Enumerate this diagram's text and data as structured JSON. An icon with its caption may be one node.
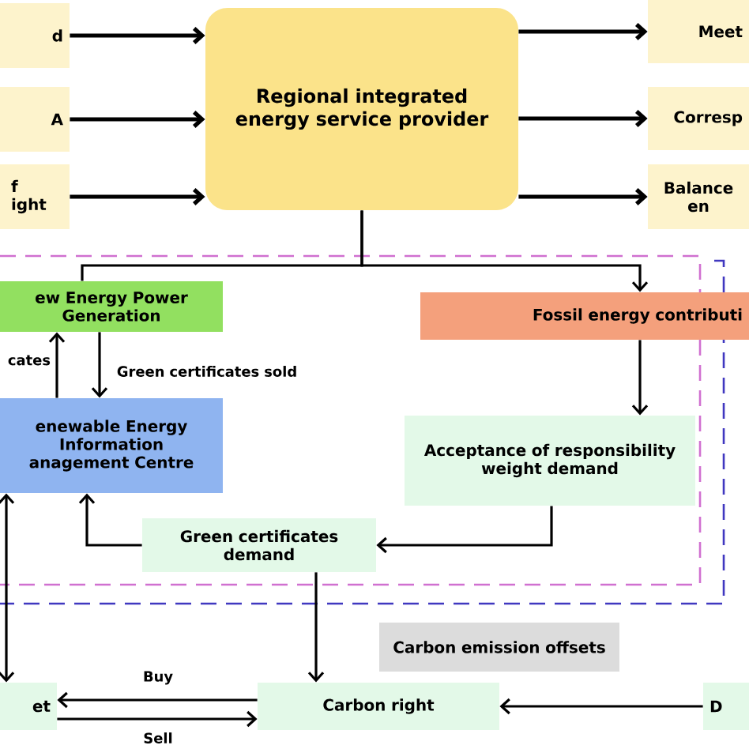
{
  "diagram": {
    "nodes": [
      {
        "text": [
          "d"
        ]
      },
      {
        "text": [
          "A"
        ]
      },
      {
        "text": [
          "f ight"
        ]
      },
      {
        "text": [
          "Regional integrated energy service provider"
        ]
      },
      {
        "text": [
          "Meet"
        ]
      },
      {
        "text": [
          "Corresp"
        ]
      },
      {
        "text": [
          "Balance en"
        ]
      },
      {
        "text": [
          "ew Energy Power Generation"
        ]
      },
      {
        "text": [
          "enewable Energy Information anagement Centre"
        ]
      },
      {
        "text": [
          "Fossil energy contributi"
        ]
      },
      {
        "text": [
          "Acceptance of responsibility weight demand"
        ]
      },
      {
        "text": [
          "Green certificates demand"
        ]
      },
      {
        "text": [
          "et"
        ]
      },
      {
        "text": [
          "Carbon right"
        ]
      },
      {
        "text": [
          "D"
        ]
      },
      {
        "text": [
          "Carbon emission offsets"
        ]
      }
    ],
    "edges": [
      {
        "from": 0,
        "to": 3,
        "arrow": "to"
      },
      {
        "from": 1,
        "to": 3,
        "arrow": "to"
      },
      {
        "from": 2,
        "to": 3,
        "arrow": "to"
      },
      {
        "from": 3,
        "to": 4,
        "arrow": "to"
      },
      {
        "from": 3,
        "to": 5,
        "arrow": "to"
      },
      {
        "from": 3,
        "to": 6,
        "arrow": "to"
      },
      {
        "from": 3,
        "to": 7,
        "arrow": "none"
      },
      {
        "from": 3,
        "to": 9,
        "arrow": "to"
      },
      {
        "from": 8,
        "to": 7,
        "arrow": "to",
        "label": "cates"
      },
      {
        "from": 7,
        "to": 8,
        "arrow": "to",
        "label": "Green certificates sold"
      },
      {
        "from": 9,
        "to": 10,
        "arrow": "to"
      },
      {
        "from": 10,
        "to": 11,
        "arrow": "to"
      },
      {
        "from": 11,
        "to": 8,
        "arrow": "to"
      },
      {
        "from": 11,
        "to": 13,
        "arrow": "to"
      },
      {
        "from": 8,
        "to": 12,
        "arrow": "both"
      },
      {
        "from": 13,
        "to": 12,
        "arrow": "to",
        "label": "Buy"
      },
      {
        "from": 12,
        "to": 13,
        "arrow": "to",
        "label": "Sell"
      },
      {
        "from": 14,
        "to": 13,
        "arrow": "to"
      }
    ]
  }
}
